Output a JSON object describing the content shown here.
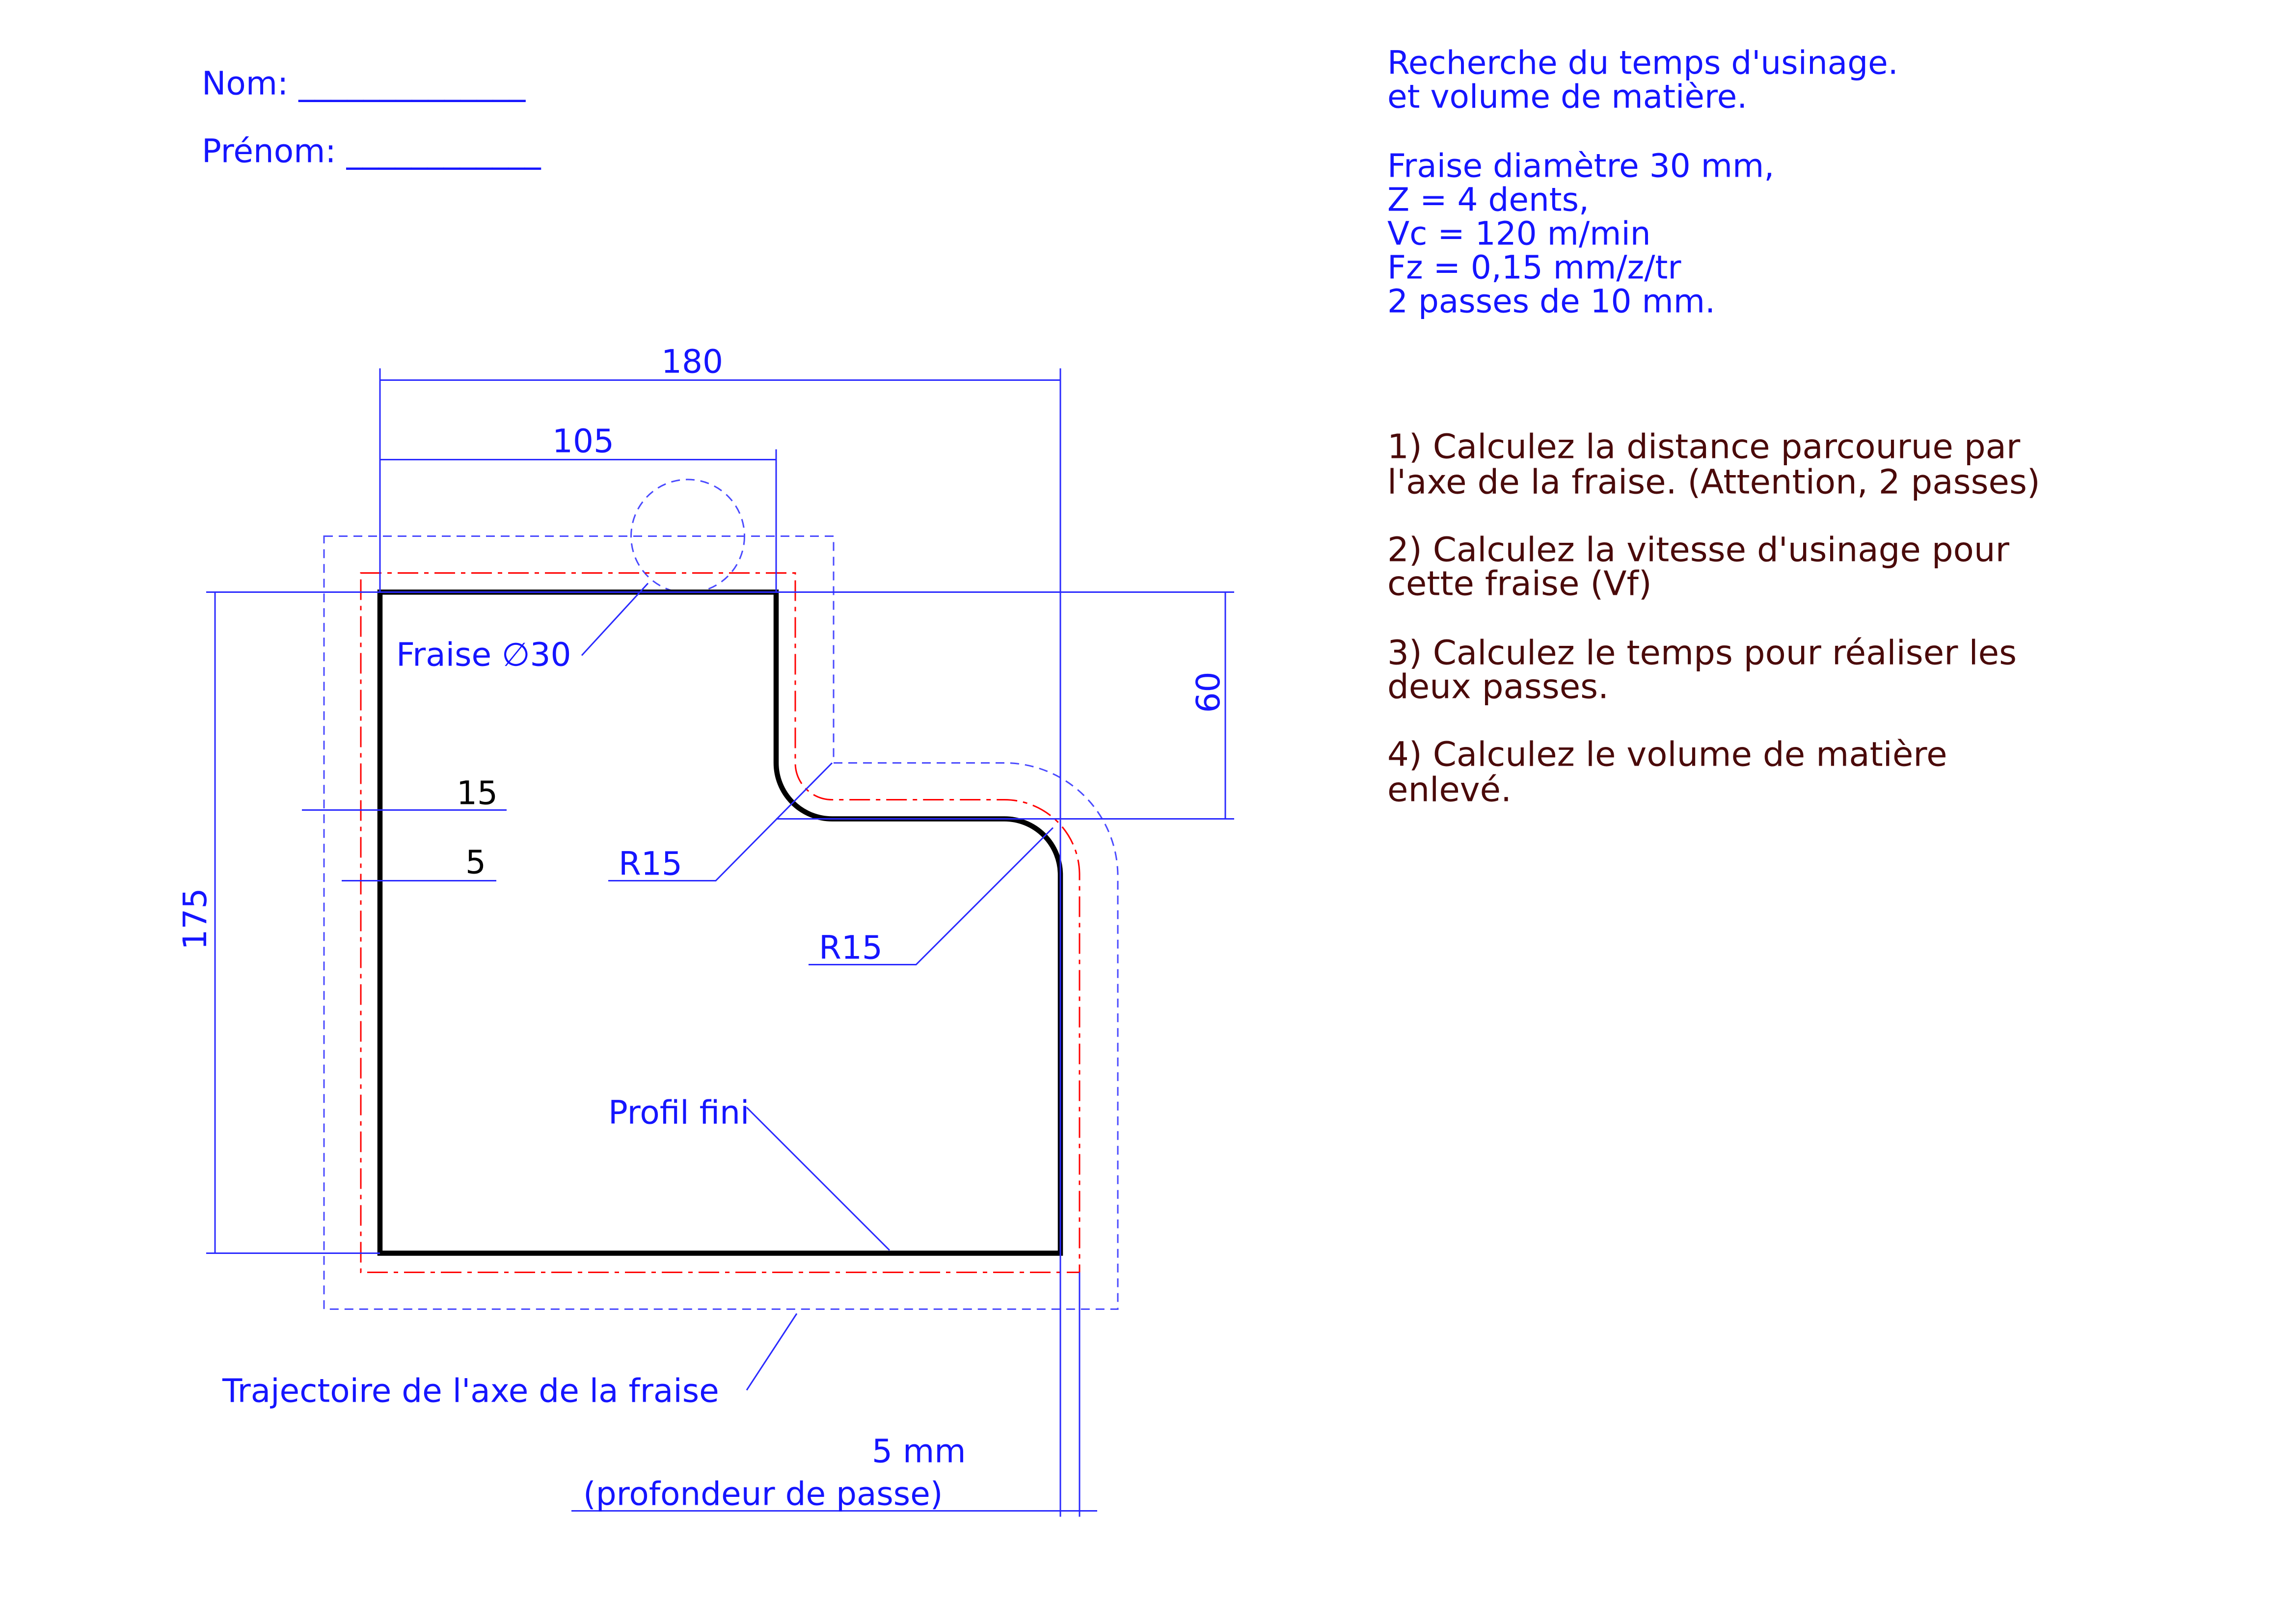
{
  "header": {
    "nom": "Nom: ______________",
    "prenom": "Prénom: ____________"
  },
  "intro": [
    "Recherche du temps d'usinage.",
    "et volume de matière.",
    "Fraise diamètre 30 mm,",
    "Z = 4 dents,",
    "Vc = 120 m/min",
    "Fz = 0,15 mm/z/tr",
    "2 passes de 10 mm."
  ],
  "questions": [
    [
      "1) Calculez la distance parcourue par",
      "l'axe de la fraise. (Attention, 2 passes)"
    ],
    [
      "2) Calculez la vitesse d'usinage pour",
      "cette fraise (Vf)"
    ],
    [
      "3) Calculez le temps pour réaliser les",
      "deux passes."
    ],
    [
      "4) Calculez le volume de matière",
      "enlevé."
    ]
  ],
  "drawing": {
    "dim_180": "180",
    "dim_105": "105",
    "dim_60": "60",
    "dim_175": "175",
    "dim_15": "15",
    "dim_5": "5",
    "r1": "R15",
    "r2": "R15",
    "fraise": "Fraise ∅30",
    "profil": "Profil fini",
    "trajectoire": "Trajectoire de l'axe de la fraise",
    "depth": "5 mm",
    "depth_note": "(profondeur de passe)"
  },
  "colors": {
    "blue": "#1515ff",
    "red": "#ff0000",
    "question": "#4a0a0a"
  }
}
